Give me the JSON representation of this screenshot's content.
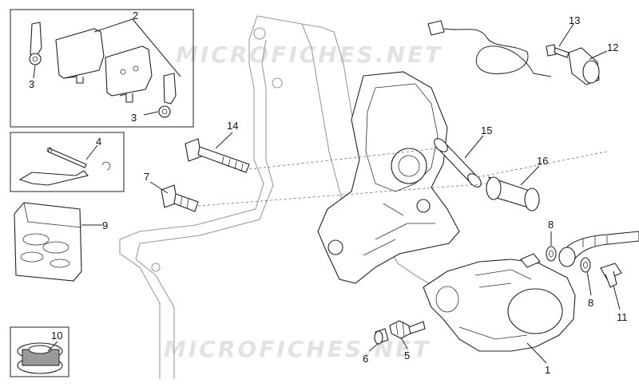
{
  "watermark": "MICROFICHES.NET",
  "callouts": [
    {
      "id": "callout-1",
      "text": "1"
    },
    {
      "id": "callout-2",
      "text": "2"
    },
    {
      "id": "callout-3a",
      "text": "3"
    },
    {
      "id": "callout-3b",
      "text": "3"
    },
    {
      "id": "callout-4",
      "text": "4"
    },
    {
      "id": "callout-5",
      "text": "5"
    },
    {
      "id": "callout-6",
      "text": "6"
    },
    {
      "id": "callout-7",
      "text": "7"
    },
    {
      "id": "callout-8a",
      "text": "8"
    },
    {
      "id": "callout-8b",
      "text": "8"
    },
    {
      "id": "callout-9",
      "text": "9"
    },
    {
      "id": "callout-10",
      "text": "10"
    },
    {
      "id": "callout-11",
      "text": "11"
    },
    {
      "id": "callout-12",
      "text": "12"
    },
    {
      "id": "callout-13",
      "text": "13"
    },
    {
      "id": "callout-14",
      "text": "14"
    },
    {
      "id": "callout-15",
      "text": "15"
    },
    {
      "id": "callout-16",
      "text": "16"
    }
  ]
}
